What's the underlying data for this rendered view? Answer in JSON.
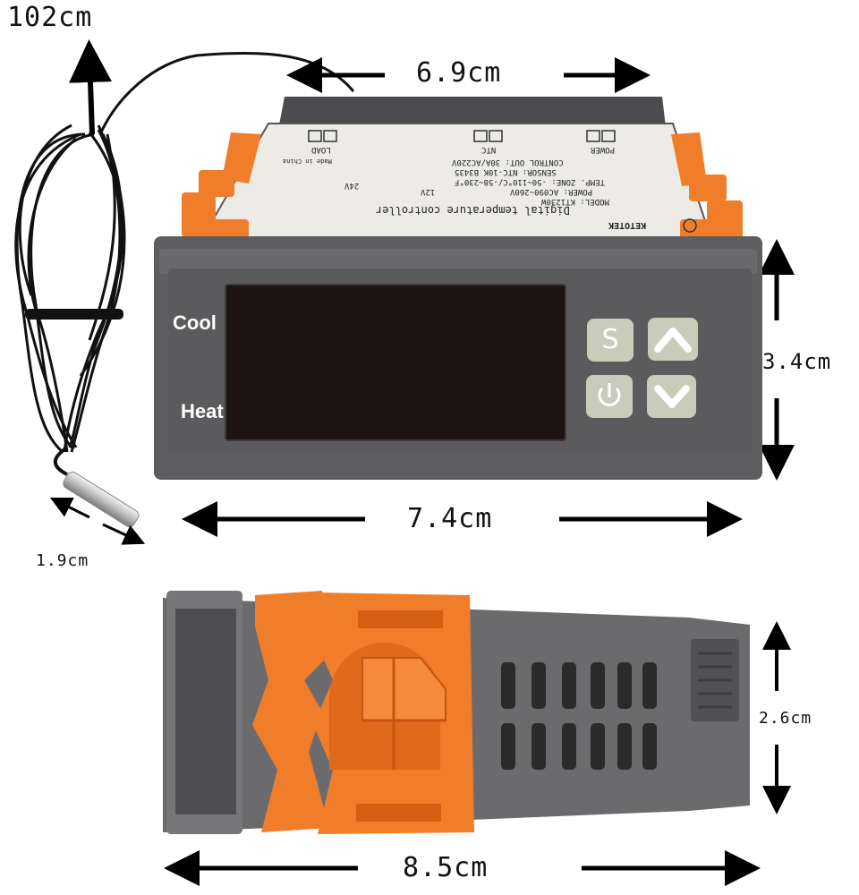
{
  "dimensions": {
    "cable_length": "102cm",
    "top_width": "6.9cm",
    "front_height": "3.4cm",
    "front_width": "7.4cm",
    "probe_length": "1.9cm",
    "side_height": "2.6cm",
    "side_length": "8.5cm"
  },
  "panel": {
    "cool_label": "Cool",
    "heat_label": "Heat",
    "buttons": {
      "set": "S",
      "up": "up-arrow-icon",
      "power": "power-icon",
      "down": "down-arrow-icon"
    }
  },
  "sticker": {
    "brand": "KETOTEK",
    "title": "Digital temperature controller",
    "model": "MODEL: KT1230W",
    "power": "POWER: AC090~260V",
    "voltages": [
      "12V",
      "24V"
    ],
    "temp_zone": "TEMP. ZONE: -50~110°C/-58~230°F",
    "sensor": "SENSOR: NTC-10K B3435",
    "control_out": "CONTROL OUT: 30A/AC220V",
    "terminal_load": "LOAD",
    "terminal_ntc": "NTC",
    "terminal_power": "POWER",
    "origin": "Made in China"
  },
  "colors": {
    "body": "#5b5b5d",
    "clip": "#f07d2a",
    "button": "#c9ccba",
    "display": "#1e1213"
  }
}
